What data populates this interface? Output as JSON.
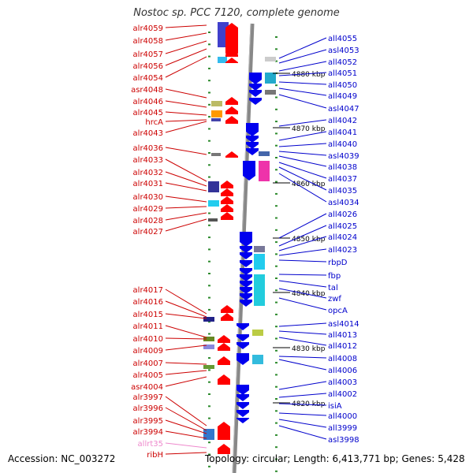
{
  "title": "Nostoc sp. PCC 7120, complete genome",
  "accession": "Accession: NC_003272",
  "topology": "Topology: circular; Length: 6,413,771 bp; Genes: 5,428",
  "colors": {
    "forward_label": "#cc0000",
    "reverse_label": "#0000cc",
    "rna_label": "#ee88cc",
    "forward_arrow": "#ff0000",
    "reverse_arrow": "#0000ee",
    "axis": "#888888",
    "tick": "#2e8b2e"
  },
  "kbp_marks": [
    {
      "label": "4880 kbp"
    },
    {
      "label": "4870 kbp"
    },
    {
      "label": "4860 kbp"
    },
    {
      "label": "4850 kbp"
    },
    {
      "label": "4840 kbp"
    },
    {
      "label": "4830 kbp"
    },
    {
      "label": "4820 kbp"
    }
  ],
  "left_genes": [
    {
      "name": "alr4059"
    },
    {
      "name": "alr4058"
    },
    {
      "name": "alr4057"
    },
    {
      "name": "alr4056"
    },
    {
      "name": "alr4054"
    },
    {
      "name": "asr4048"
    },
    {
      "name": "alr4046"
    },
    {
      "name": "alr4045"
    },
    {
      "name": "hrcA"
    },
    {
      "name": "alr4043"
    },
    {
      "name": "alr4036"
    },
    {
      "name": "alr4033"
    },
    {
      "name": "alr4032"
    },
    {
      "name": "alr4031"
    },
    {
      "name": "alr4030"
    },
    {
      "name": "alr4029"
    },
    {
      "name": "alr4028"
    },
    {
      "name": "alr4027"
    },
    {
      "name": "alr4017"
    },
    {
      "name": "alr4016"
    },
    {
      "name": "alr4015"
    },
    {
      "name": "alr4011"
    },
    {
      "name": "alr4010"
    },
    {
      "name": "alr4009"
    },
    {
      "name": "alr4007"
    },
    {
      "name": "alr4005"
    },
    {
      "name": "asr4004"
    },
    {
      "name": "alr3997"
    },
    {
      "name": "alr3996"
    },
    {
      "name": "alr3995"
    },
    {
      "name": "alr3994"
    },
    {
      "name": "allrt35",
      "rna": true
    },
    {
      "name": "ribH"
    }
  ],
  "right_genes": [
    {
      "name": "all4055"
    },
    {
      "name": "asl4053"
    },
    {
      "name": "all4052"
    },
    {
      "name": "all4051"
    },
    {
      "name": "all4050"
    },
    {
      "name": "all4049"
    },
    {
      "name": "asl4047"
    },
    {
      "name": "all4042"
    },
    {
      "name": "all4041"
    },
    {
      "name": "all4040"
    },
    {
      "name": "asl4039"
    },
    {
      "name": "all4038"
    },
    {
      "name": "all4037"
    },
    {
      "name": "all4035"
    },
    {
      "name": "asl4034"
    },
    {
      "name": "all4026"
    },
    {
      "name": "all4025"
    },
    {
      "name": "all4024"
    },
    {
      "name": "all4023"
    },
    {
      "name": "rbpD"
    },
    {
      "name": "fbp"
    },
    {
      "name": "tal"
    },
    {
      "name": "zwf"
    },
    {
      "name": "opcA"
    },
    {
      "name": "asl4014"
    },
    {
      "name": "all4013"
    },
    {
      "name": "all4012"
    },
    {
      "name": "all4008"
    },
    {
      "name": "all4006"
    },
    {
      "name": "all4003"
    },
    {
      "name": "all4002"
    },
    {
      "name": "isiA"
    },
    {
      "name": "all4000"
    },
    {
      "name": "all3999"
    },
    {
      "name": "asl3998"
    }
  ]
}
